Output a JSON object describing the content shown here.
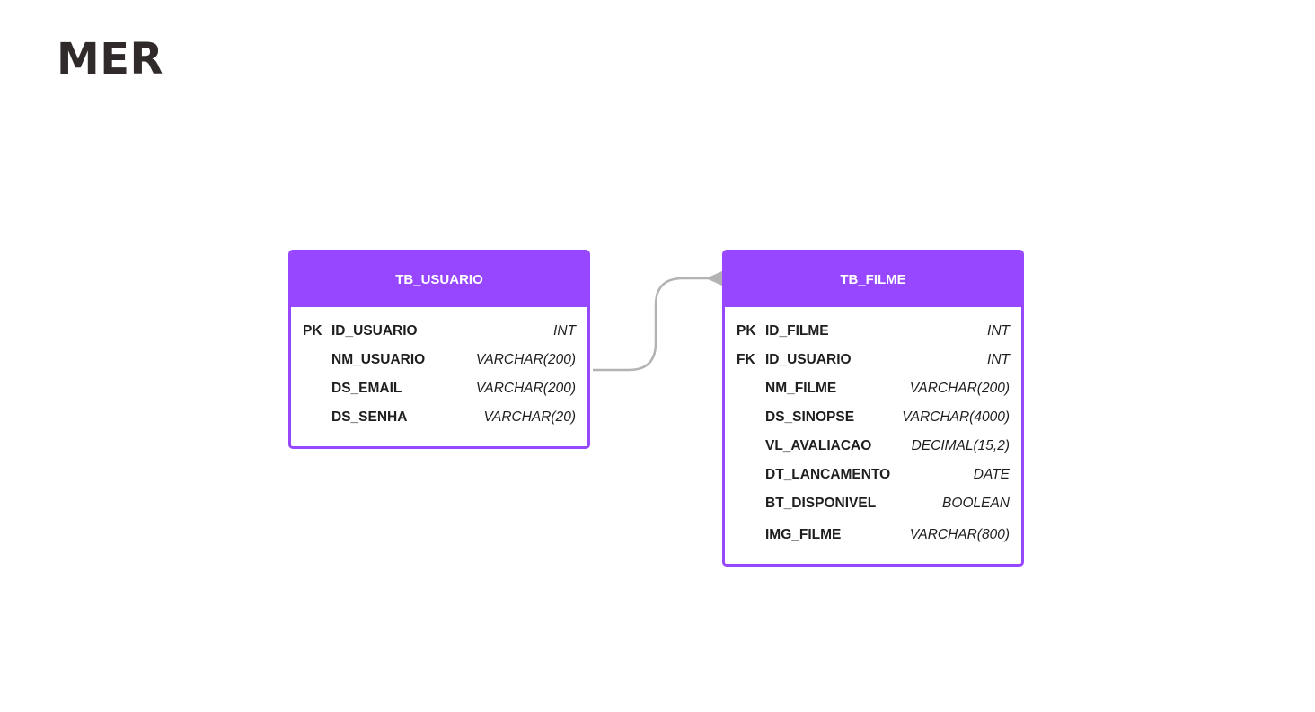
{
  "title": "MER",
  "colors": {
    "entity_accent": "#9747ff",
    "connector": "#b3b3b3",
    "title_text": "#312a2a"
  },
  "entities": [
    {
      "name": "TB_USUARIO",
      "attributes": [
        {
          "key": "PK",
          "name": "ID_USUARIO",
          "type": "INT"
        },
        {
          "key": "",
          "name": "NM_USUARIO",
          "type": "VARCHAR(200)"
        },
        {
          "key": "",
          "name": "DS_EMAIL",
          "type": "VARCHAR(200)"
        },
        {
          "key": "",
          "name": "DS_SENHA",
          "type": "VARCHAR(20)"
        }
      ]
    },
    {
      "name": "TB_FILME",
      "attributes": [
        {
          "key": "PK",
          "name": "ID_FILME",
          "type": "INT"
        },
        {
          "key": "FK",
          "name": "ID_USUARIO",
          "type": "INT"
        },
        {
          "key": "",
          "name": "NM_FILME",
          "type": "VARCHAR(200)"
        },
        {
          "key": "",
          "name": "DS_SINOPSE",
          "type": "VARCHAR(4000)"
        },
        {
          "key": "",
          "name": "VL_AVALIACAO",
          "type": "DECIMAL(15,2)"
        },
        {
          "key": "",
          "name": "DT_LANCAMENTO",
          "type": "DATE"
        },
        {
          "key": "",
          "name": "BT_DISPONIVEL",
          "type": "BOOLEAN"
        },
        {
          "key": "",
          "name": "IMG_FILME",
          "type": "VARCHAR(800)"
        }
      ]
    }
  ]
}
